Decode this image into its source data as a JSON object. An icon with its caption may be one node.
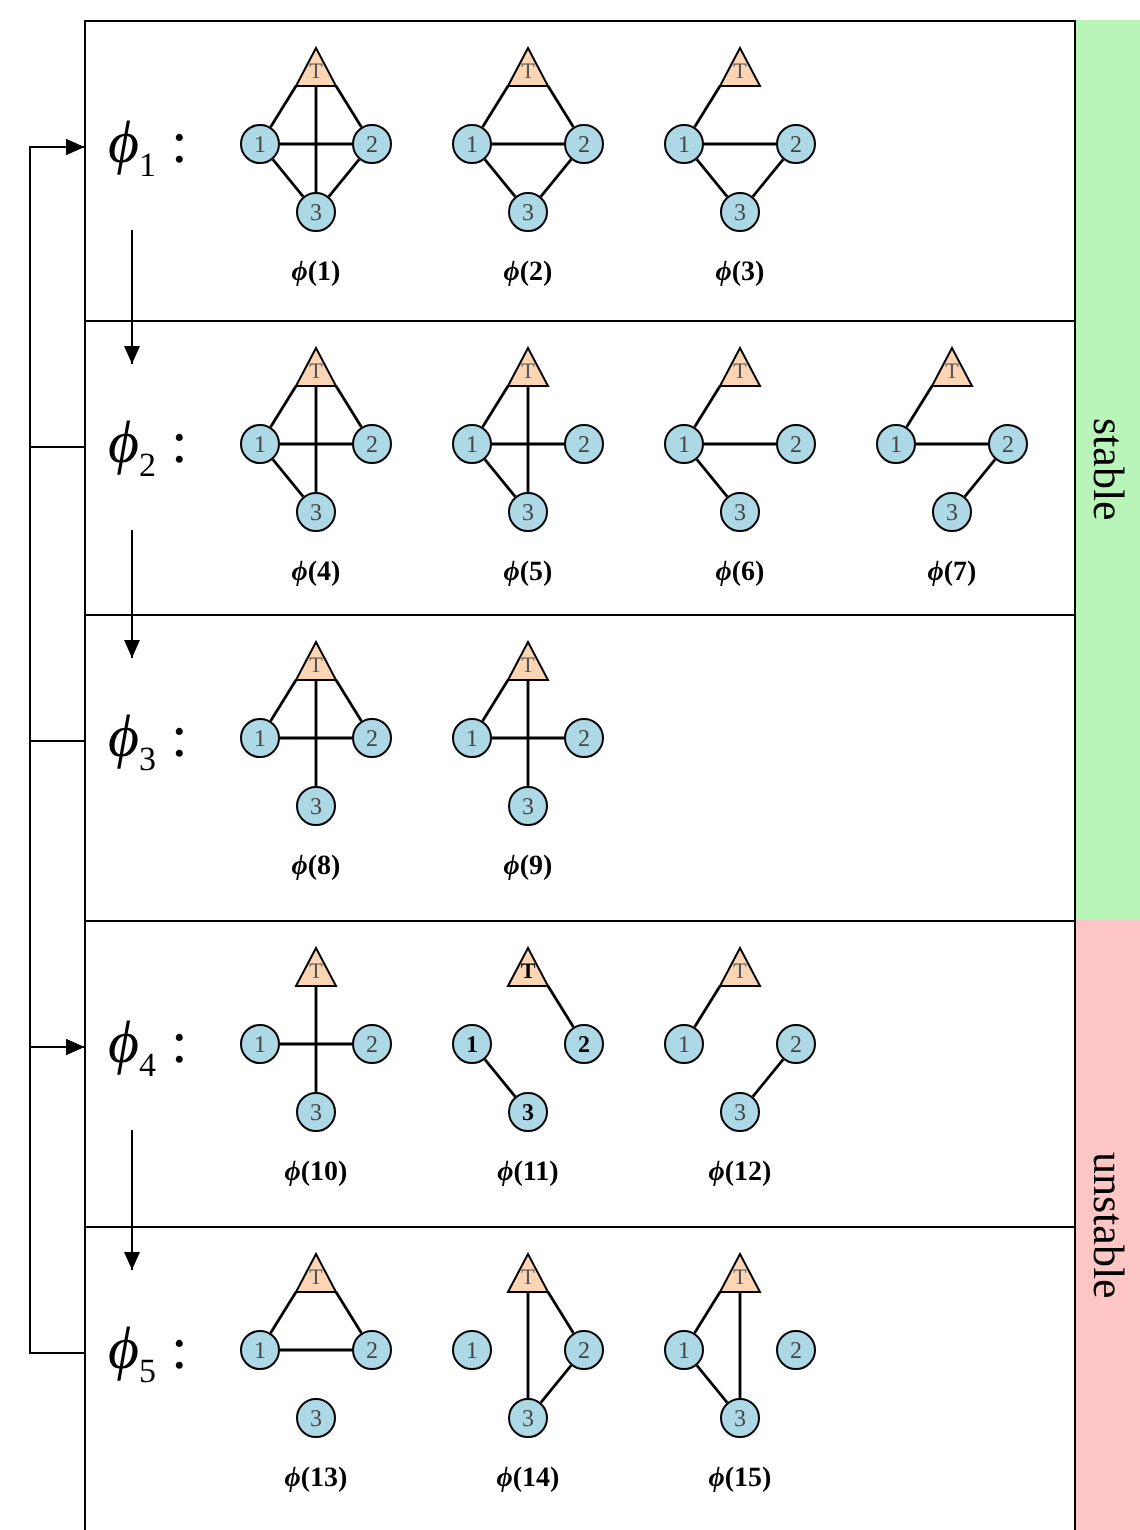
{
  "diagram": {
    "nodes": [
      {
        "text": [],
        "shape": "box"
      },
      {
        "text": [
          "*ϕ*$_{1}$ :"
        ],
        "in": 0
      },
      {
        "text": [
          "T"
        ],
        "in": 0
      },
      {
        "text": [
          "1"
        ],
        "in": 0
      },
      {
        "text": [
          "2"
        ],
        "in": 0
      },
      {
        "text": [
          "3"
        ],
        "in": 0
      },
      {
        "text": [
          "T"
        ],
        "in": 0
      },
      {
        "text": [
          "1"
        ],
        "in": 0
      },
      {
        "text": [
          "2"
        ],
        "in": 0
      },
      {
        "text": [
          "3"
        ],
        "in": 0
      },
      {
        "text": [
          "T"
        ],
        "in": 0
      },
      {
        "text": [
          "1"
        ],
        "in": 0
      },
      {
        "text": [
          "2"
        ],
        "in": 0
      },
      {
        "text": [
          "3"
        ],
        "in": 0
      },
      {
        "text": [],
        "shape": "box"
      },
      {
        "text": [
          "*ϕ*$_{2}$ :"
        ],
        "in": 14
      },
      {
        "text": [
          "T"
        ],
        "in": 14
      },
      {
        "text": [
          "1"
        ],
        "in": 14
      },
      {
        "text": [
          "2"
        ],
        "in": 14
      },
      {
        "text": [
          "3"
        ],
        "in": 14
      },
      {
        "text": [
          "T"
        ],
        "in": 14
      },
      {
        "text": [
          "1"
        ],
        "in": 14
      },
      {
        "text": [
          "2"
        ],
        "in": 14
      },
      {
        "text": [
          "3"
        ],
        "in": 14
      },
      {
        "text": [
          "T"
        ],
        "in": 14
      },
      {
        "text": [
          "1"
        ],
        "in": 14
      },
      {
        "text": [
          "2"
        ],
        "in": 14
      },
      {
        "text": [
          "3"
        ],
        "in": 14
      },
      {
        "text": [
          "T"
        ],
        "in": 14
      },
      {
        "text": [
          "1"
        ],
        "in": 14
      },
      {
        "text": [
          "2"
        ],
        "in": 14
      },
      {
        "text": [
          "3"
        ],
        "in": 14
      },
      {
        "text": [],
        "shape": "box"
      },
      {
        "text": [
          "*ϕ*$_{3}$ :"
        ],
        "in": 32
      },
      {
        "text": [
          "T"
        ],
        "in": 32
      },
      {
        "text": [
          "1"
        ],
        "in": 32
      },
      {
        "text": [
          "2"
        ],
        "in": 32
      },
      {
        "text": [
          "3"
        ],
        "in": 32
      },
      {
        "text": [
          "T"
        ],
        "in": 32
      },
      {
        "text": [
          "1"
        ],
        "in": 32
      },
      {
        "text": [
          "2"
        ],
        "in": 32
      },
      {
        "text": [
          "3"
        ],
        "in": 32
      },
      {
        "text": [],
        "shape": "box"
      },
      {
        "text": [
          "*ϕ*$_{4}$ :"
        ],
        "in": 42
      },
      {
        "text": [
          "T"
        ],
        "in": 42
      },
      {
        "text": [
          "1"
        ],
        "in": 42
      },
      {
        "text": [
          "2"
        ],
        "in": 42
      },
      {
        "text": [
          "3"
        ],
        "in": 42
      },
      {
        "text": [
          "T"
        ],
        "in": 42
      },
      {
        "text": [
          "1"
        ],
        "in": 42
      },
      {
        "text": [
          "2"
        ],
        "in": 42
      },
      {
        "text": [
          "3"
        ],
        "in": 42
      },
      {
        "text": [
          "T"
        ],
        "in": 42
      },
      {
        "text": [
          "1"
        ],
        "in": 42
      },
      {
        "text": [
          "2"
        ],
        "in": 42
      },
      {
        "text": [
          "3"
        ],
        "in": 42
      },
      {
        "text": [],
        "shape": "box"
      },
      {
        "text": [
          "*ϕ*$_{5}$ :"
        ],
        "in": 56
      },
      {
        "text": [
          "T"
        ],
        "in": 56
      },
      {
        "text": [
          "1"
        ],
        "in": 56
      },
      {
        "text": [
          "2"
        ],
        "in": 56
      },
      {
        "text": [
          "3"
        ],
        "in": 56
      },
      {
        "text": [
          "T"
        ],
        "in": 56
      },
      {
        "text": [
          "1"
        ],
        "in": 56
      },
      {
        "text": [
          "2"
        ],
        "in": 56
      },
      {
        "text": [
          "3"
        ],
        "in": 56
      },
      {
        "text": [
          "T"
        ],
        "in": 56
      },
      {
        "text": [
          "1"
        ],
        "in": 56
      },
      {
        "text": [
          "2"
        ],
        "in": 56
      },
      {
        "text": [
          "3"
        ],
        "in": 56
      },
      {
        "text": [
          "stable"
        ]
      },
      {
        "text": [
          "unstable"
        ]
      }
    ],
    "edges": [
      {
        "from": 1,
        "to": 15,
        "arrow": "to"
      },
      {
        "from": 15,
        "to": 33,
        "arrow": "to"
      },
      {
        "from": 43,
        "to": 57,
        "arrow": "to"
      },
      {
        "from": 15,
        "to": 1,
        "arrow": "to"
      },
      {
        "from": 33,
        "to": 1,
        "arrow": "to"
      },
      {
        "from": 57,
        "to": 1,
        "arrow": "to"
      },
      {
        "from": 15,
        "to": 43,
        "arrow": "to"
      },
      {
        "from": 33,
        "to": 43,
        "arrow": "to"
      },
      {
        "from": 57,
        "to": 43,
        "arrow": "to"
      },
      {
        "from": 2,
        "to": 3,
        "arrow": "none"
      },
      {
        "from": 2,
        "to": 4,
        "arrow": "none"
      },
      {
        "from": 2,
        "to": 5,
        "arrow": "none"
      },
      {
        "from": 3,
        "to": 4,
        "arrow": "none"
      },
      {
        "from": 3,
        "to": 5,
        "arrow": "none"
      },
      {
        "from": 4,
        "to": 5,
        "arrow": "none"
      },
      {
        "from": 6,
        "to": 7,
        "arrow": "none"
      },
      {
        "from": 6,
        "to": 8,
        "arrow": "none"
      },
      {
        "from": 7,
        "to": 8,
        "arrow": "none"
      },
      {
        "from": 7,
        "to": 9,
        "arrow": "none"
      },
      {
        "from": 8,
        "to": 9,
        "arrow": "none"
      },
      {
        "from": 10,
        "to": 11,
        "arrow": "none"
      },
      {
        "from": 11,
        "to": 12,
        "arrow": "none"
      },
      {
        "from": 11,
        "to": 13,
        "arrow": "none"
      },
      {
        "from": 12,
        "to": 13,
        "arrow": "none"
      },
      {
        "from": 16,
        "to": 17,
        "arrow": "none"
      },
      {
        "from": 16,
        "to": 18,
        "arrow": "none"
      },
      {
        "from": 16,
        "to": 19,
        "arrow": "none"
      },
      {
        "from": 17,
        "to": 18,
        "arrow": "none"
      },
      {
        "from": 17,
        "to": 19,
        "arrow": "none"
      },
      {
        "from": 20,
        "to": 21,
        "arrow": "none"
      },
      {
        "from": 20,
        "to": 23,
        "arrow": "none"
      },
      {
        "from": 21,
        "to": 22,
        "arrow": "none"
      },
      {
        "from": 21,
        "to": 23,
        "arrow": "none"
      },
      {
        "from": 24,
        "to": 25,
        "arrow": "none"
      },
      {
        "from": 25,
        "to": 26,
        "arrow": "none"
      },
      {
        "from": 25,
        "to": 27,
        "arrow": "none"
      },
      {
        "from": 28,
        "to": 29,
        "arrow": "none"
      },
      {
        "from": 29,
        "to": 30,
        "arrow": "none"
      },
      {
        "from": 30,
        "to": 31,
        "arrow": "none"
      },
      {
        "from": 34,
        "to": 35,
        "arrow": "none"
      },
      {
        "from": 34,
        "to": 36,
        "arrow": "none"
      },
      {
        "from": 34,
        "to": 37,
        "arrow": "none"
      },
      {
        "from": 35,
        "to": 36,
        "arrow": "none"
      },
      {
        "from": 38,
        "to": 39,
        "arrow": "none"
      },
      {
        "from": 38,
        "to": 41,
        "arrow": "none"
      },
      {
        "from": 39,
        "to": 40,
        "arrow": "none"
      },
      {
        "from": 44,
        "to": 47,
        "arrow": "none"
      },
      {
        "from": 45,
        "to": 46,
        "arrow": "none"
      },
      {
        "from": 48,
        "to": 50,
        "arrow": "none"
      },
      {
        "from": 49,
        "to": 51,
        "arrow": "none"
      },
      {
        "from": 52,
        "to": 53,
        "arrow": "none"
      },
      {
        "from": 54,
        "to": 55,
        "arrow": "none"
      },
      {
        "from": 58,
        "to": 59,
        "arrow": "none"
      },
      {
        "from": 58,
        "to": 60,
        "arrow": "none"
      },
      {
        "from": 59,
        "to": 60,
        "arrow": "none"
      },
      {
        "from": 62,
        "to": 65,
        "arrow": "none"
      },
      {
        "from": 62,
        "to": 64,
        "arrow": "none"
      },
      {
        "from": 64,
        "to": 65,
        "arrow": "none"
      },
      {
        "from": 66,
        "to": 67,
        "arrow": "none"
      },
      {
        "from": 66,
        "to": 69,
        "arrow": "none"
      },
      {
        "from": 67,
        "to": 69,
        "arrow": "none"
      }
    ],
    "labels": [
      "*ϕ*(1)",
      "*ϕ*(2)",
      "*ϕ*(3)",
      "*ϕ*(4)",
      "*ϕ*(5)",
      "*ϕ*(6)",
      "*ϕ*(7)",
      "*ϕ*(8)",
      "*ϕ*(9)",
      "*ϕ*(10)",
      "*ϕ*(11)",
      "*ϕ*(12)",
      "*ϕ*(13)",
      "*ϕ*(14)",
      "*ϕ*(15)"
    ]
  }
}
